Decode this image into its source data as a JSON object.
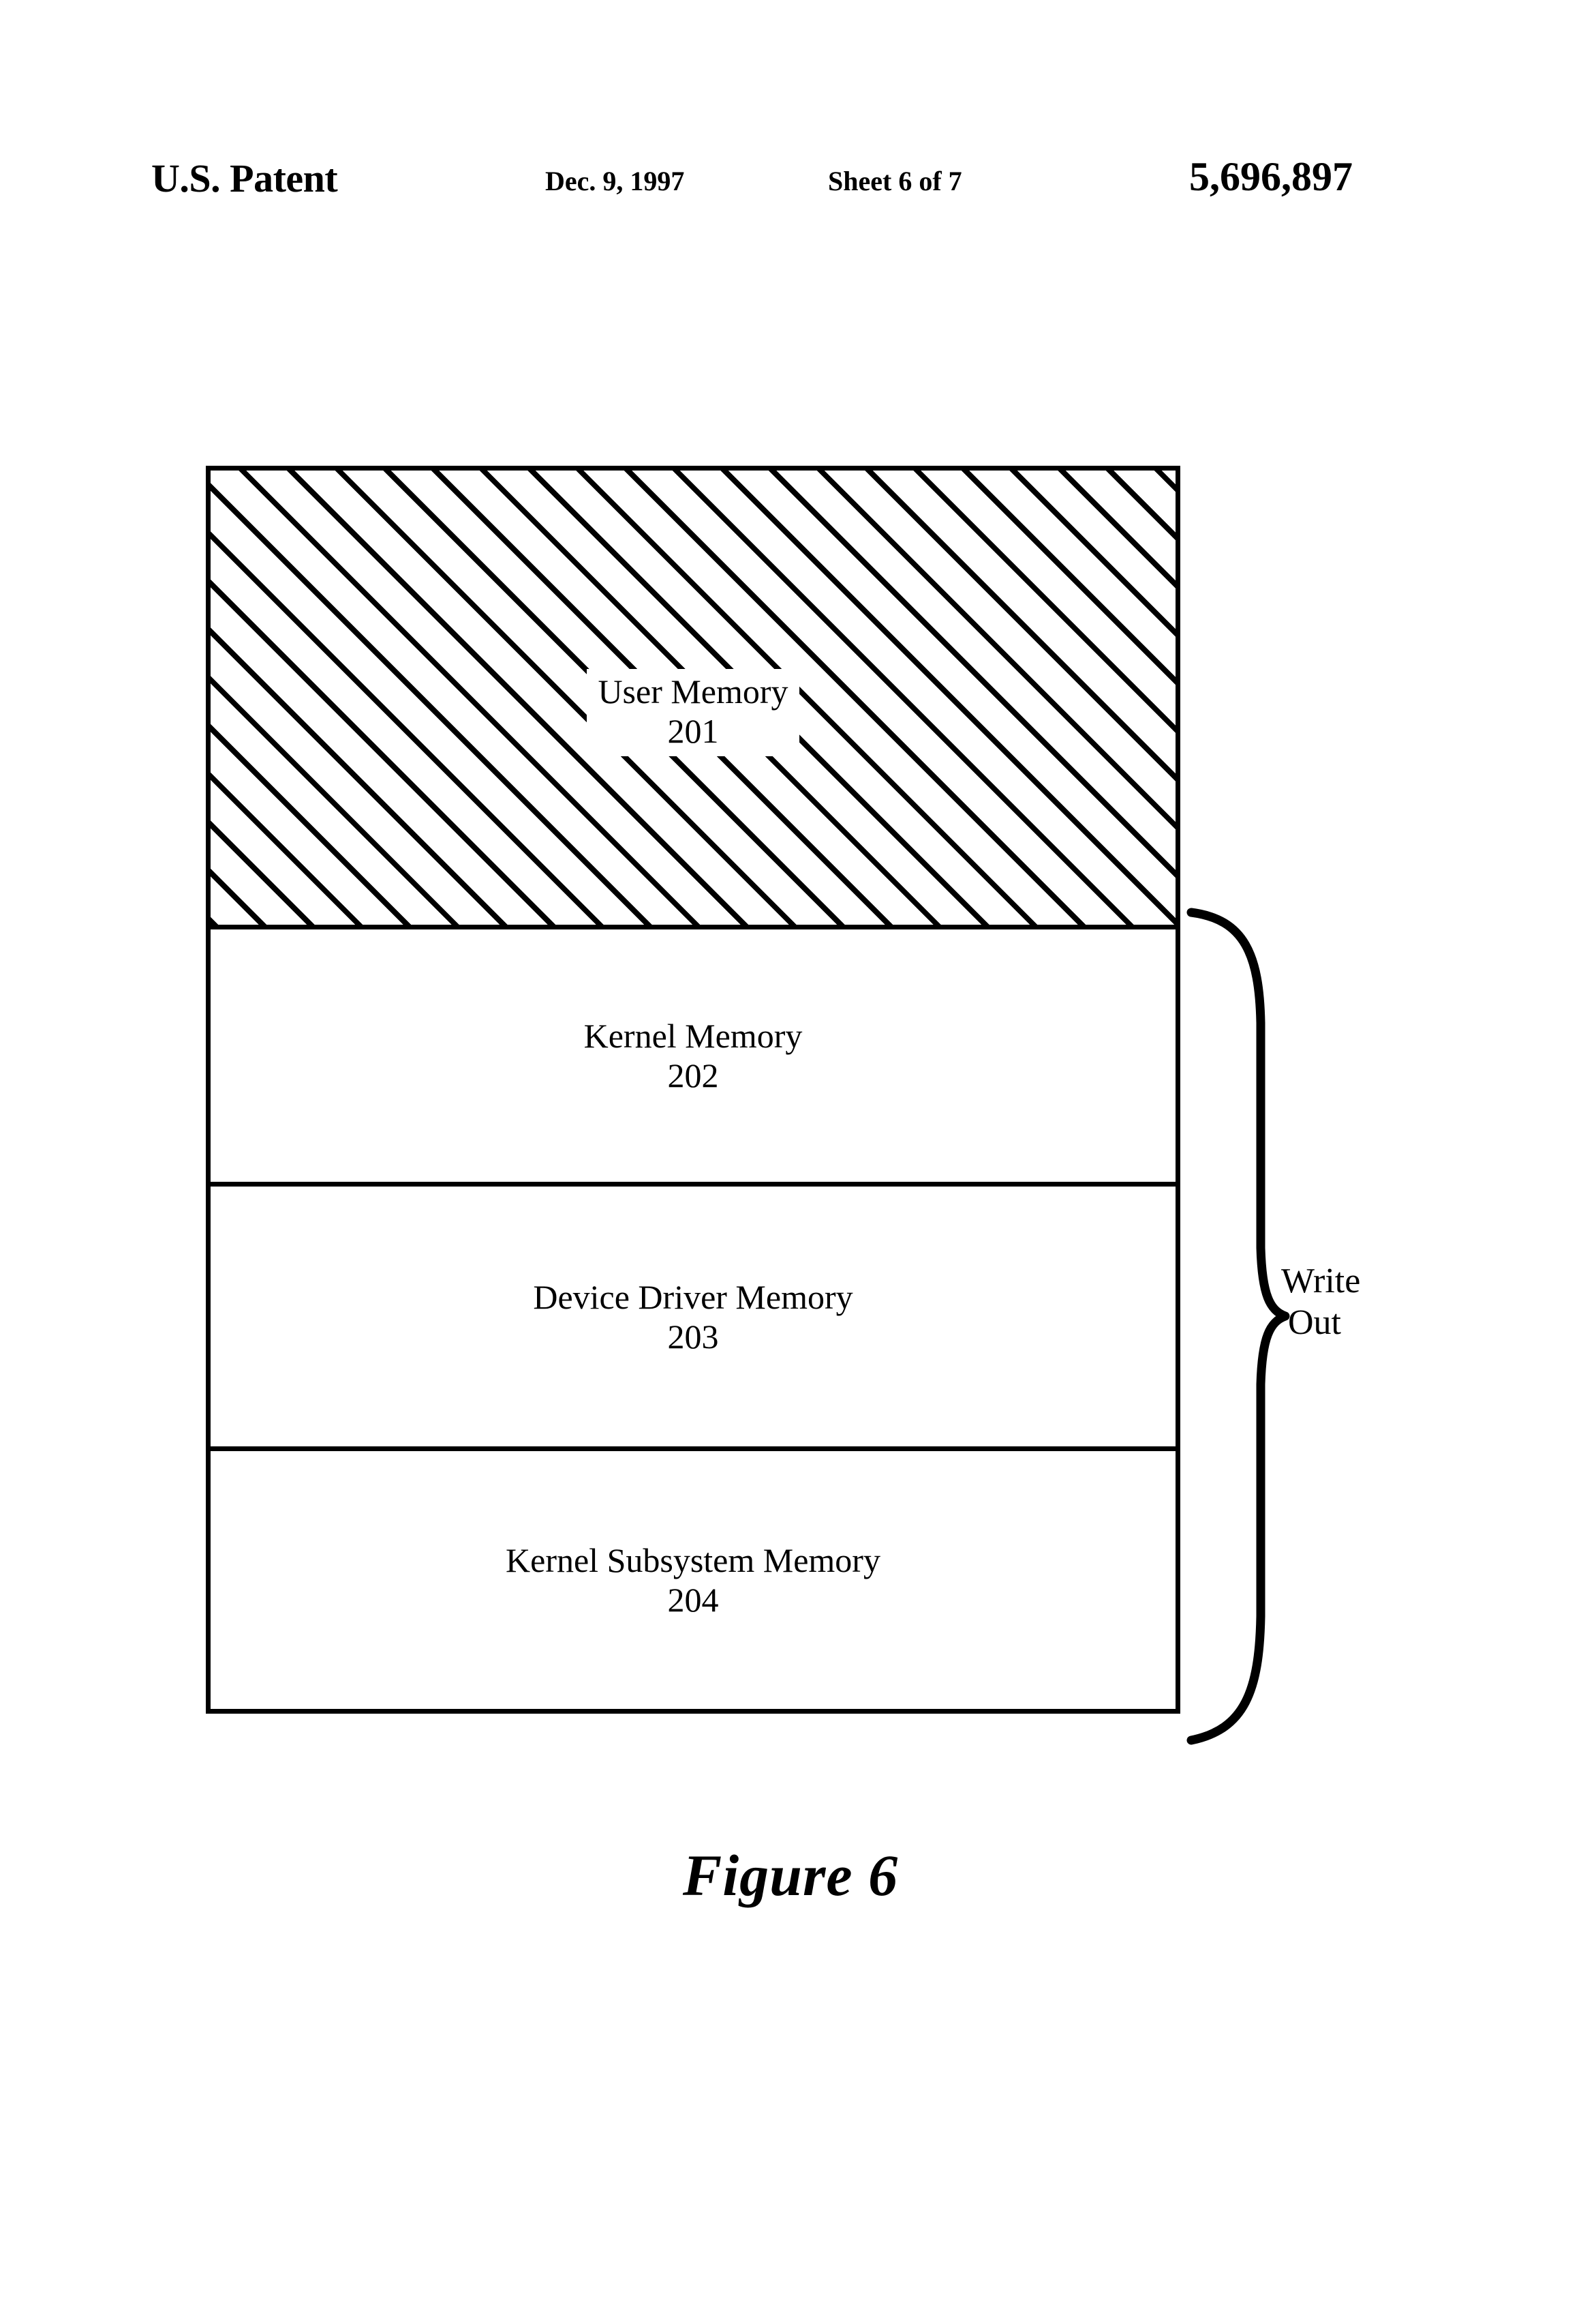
{
  "header": {
    "title": "U.S. Patent",
    "date": "Dec. 9, 1997",
    "sheet": "Sheet 6 of 7",
    "patent_number": "5,696,897"
  },
  "figure": {
    "caption": "Figure 6",
    "memory_blocks": [
      {
        "label": "User Memory",
        "ref": "201",
        "fill": "hatched"
      },
      {
        "label": "Kernel Memory",
        "ref": "202",
        "fill": "plain"
      },
      {
        "label": "Device Driver Memory",
        "ref": "203",
        "fill": "plain"
      },
      {
        "label": "Kernel Subsystem Memory",
        "ref": "204",
        "fill": "plain"
      }
    ],
    "brace_annotation": {
      "line1": "Write",
      "line2": "Out"
    }
  },
  "colors": {
    "ink": "#000000",
    "paper": "#ffffff"
  }
}
